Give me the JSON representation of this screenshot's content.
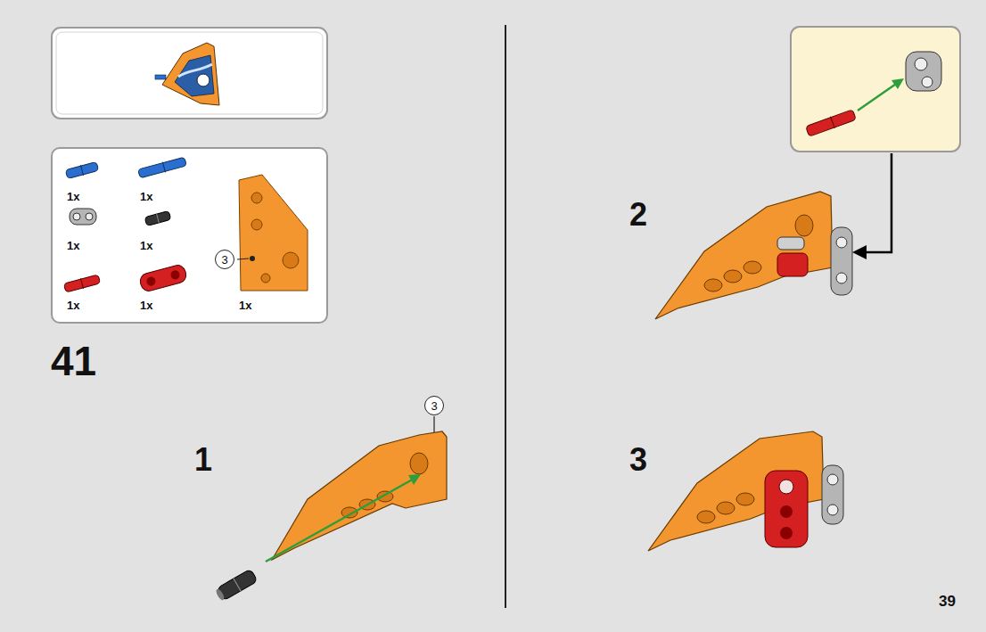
{
  "diagram": {
    "nodes": [
      {
        "text": [
          "1x",
          "1x",
          "1x",
          "1x",
          "1x",
          "1x",
          "1x"
        ]
      },
      {
        "text": [
          "3"
        ],
        "in": 0
      },
      {
        "text": [
          "3"
        ]
      }
    ],
    "labels": [
      "41",
      "1",
      "2",
      "3",
      "39"
    ]
  }
}
